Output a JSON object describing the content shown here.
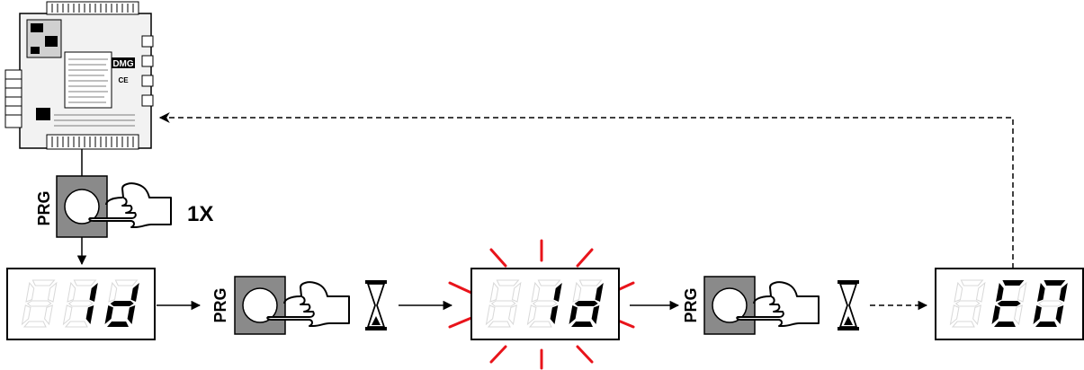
{
  "controller": {
    "brand": "DMG",
    "ce_mark": "CE"
  },
  "first_step": {
    "button_label": "PRG",
    "press_count": "1X"
  },
  "steps": [
    {
      "display": "1d",
      "state": "steady"
    },
    {
      "button_label": "PRG",
      "wait": "hourglass-icon"
    },
    {
      "display": "1d",
      "state": "blinking"
    },
    {
      "button_label": "PRG",
      "wait": "hourglass-icon"
    },
    {
      "display": "E0",
      "state": "steady"
    }
  ],
  "colors": {
    "segment_on": "#000000",
    "segment_off": "#d8d8d8",
    "blink_rays": "#e8141b",
    "button_frame": "#8a8a8a"
  }
}
